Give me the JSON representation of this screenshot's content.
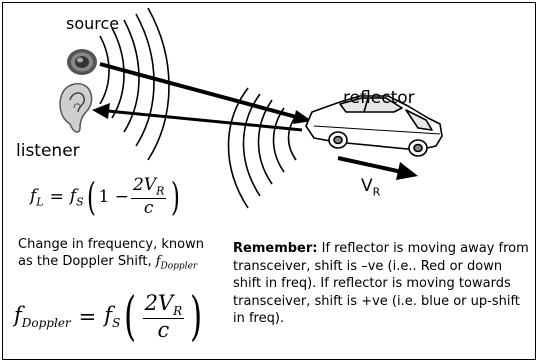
{
  "labels": {
    "source": "source",
    "reflector": "reflector",
    "listener": "listener",
    "velocity": "V",
    "velocity_sub": "R"
  },
  "equation1": {
    "lhs_f": "f",
    "lhs_sub": "L",
    "equals": "=",
    "rhs_f": "f",
    "rhs_sub": "S",
    "one_minus": "1 −",
    "num": "2V",
    "num_sub": "R",
    "den": "c"
  },
  "change_text": {
    "line": "Change in frequency, known as the Doppler Shift,",
    "symbol_f": "f",
    "symbol_sub": "Doppler"
  },
  "equation2": {
    "lhs_f": "f",
    "lhs_sub": "Doppler",
    "equals": "=",
    "rhs_f": "f",
    "rhs_sub": "S",
    "num": "2V",
    "num_sub": "R",
    "den": "c"
  },
  "remember": {
    "heading": "Remember:",
    "body": "If reflector is moving away from transceiver, shift is –ve (i.e.. Red or down shift in freq). If reflector is moving towards transceiver, shift is +ve (i.e. blue or up-shift in freq)."
  },
  "icons": [
    "speaker-icon",
    "ear-icon",
    "car-icon"
  ]
}
